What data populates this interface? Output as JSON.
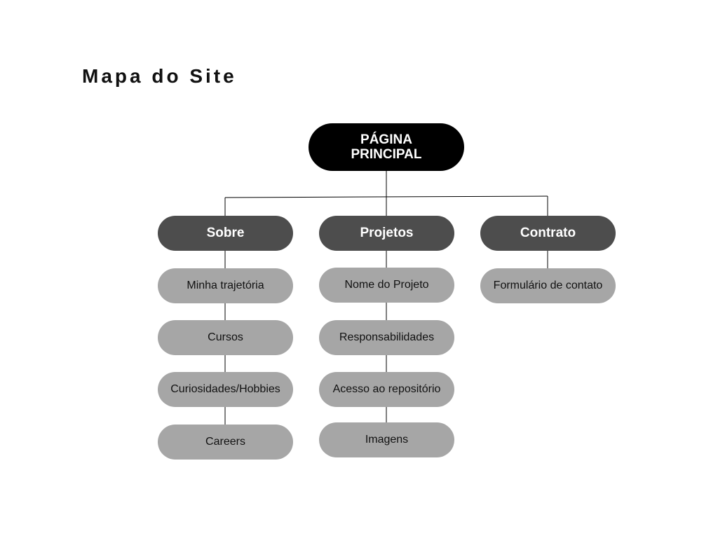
{
  "title": "Mapa do Site",
  "root": {
    "label": "PÁGINA\nPRINCIPAL"
  },
  "sections": [
    {
      "label": "Sobre",
      "pages": [
        "Minha trajetória",
        "Cursos",
        "Curiosidades/Hobbies",
        "Careers"
      ]
    },
    {
      "label": "Projetos",
      "pages": [
        "Nome do Projeto",
        "Responsabilidades",
        "Acesso ao repositório",
        "Imagens"
      ]
    },
    {
      "label": "Contrato",
      "pages": [
        "Formulário de contato"
      ]
    }
  ],
  "colors": {
    "root": "#000000",
    "section": "#4d4d4d",
    "page": "#a6a6a6",
    "line": "#000000"
  }
}
